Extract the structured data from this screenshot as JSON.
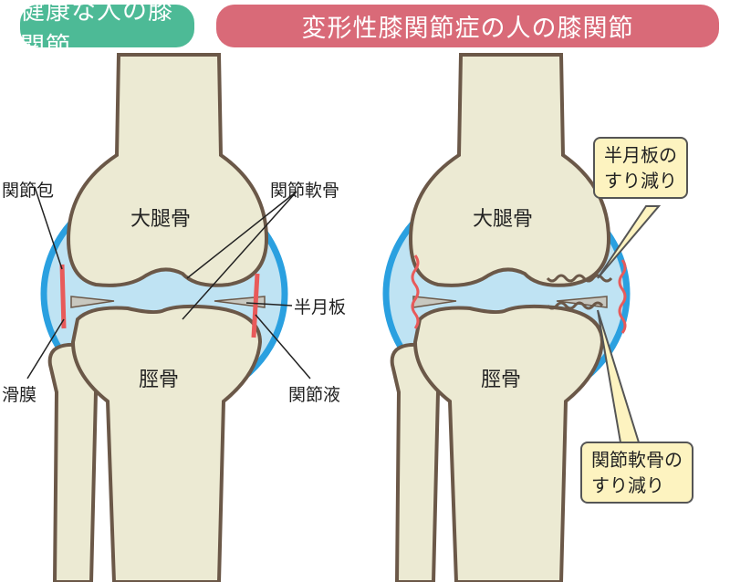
{
  "headers": {
    "healthy": "健康な人の膝関節",
    "oa": "変形性膝関節症の人の膝関節"
  },
  "labels": {
    "capsule": "関節包",
    "cartilage": "関節軟骨",
    "femur": "大腿骨",
    "meniscus": "半月板",
    "synovium": "滑膜",
    "tibia": "脛骨",
    "fluid": "関節液"
  },
  "callouts": {
    "meniscus_wear": [
      "半月板の",
      "すり減り"
    ],
    "cartilage_wear": [
      "関節軟骨の",
      "すり減り"
    ]
  },
  "colors": {
    "healthy": "#4dba96",
    "oa": "#d96a78",
    "capsule": "#2aa0e0",
    "fluid": "#bfe3f3",
    "bone": "#ecead3",
    "outline": "#6b5848",
    "synovium": "#e85a5a"
  }
}
